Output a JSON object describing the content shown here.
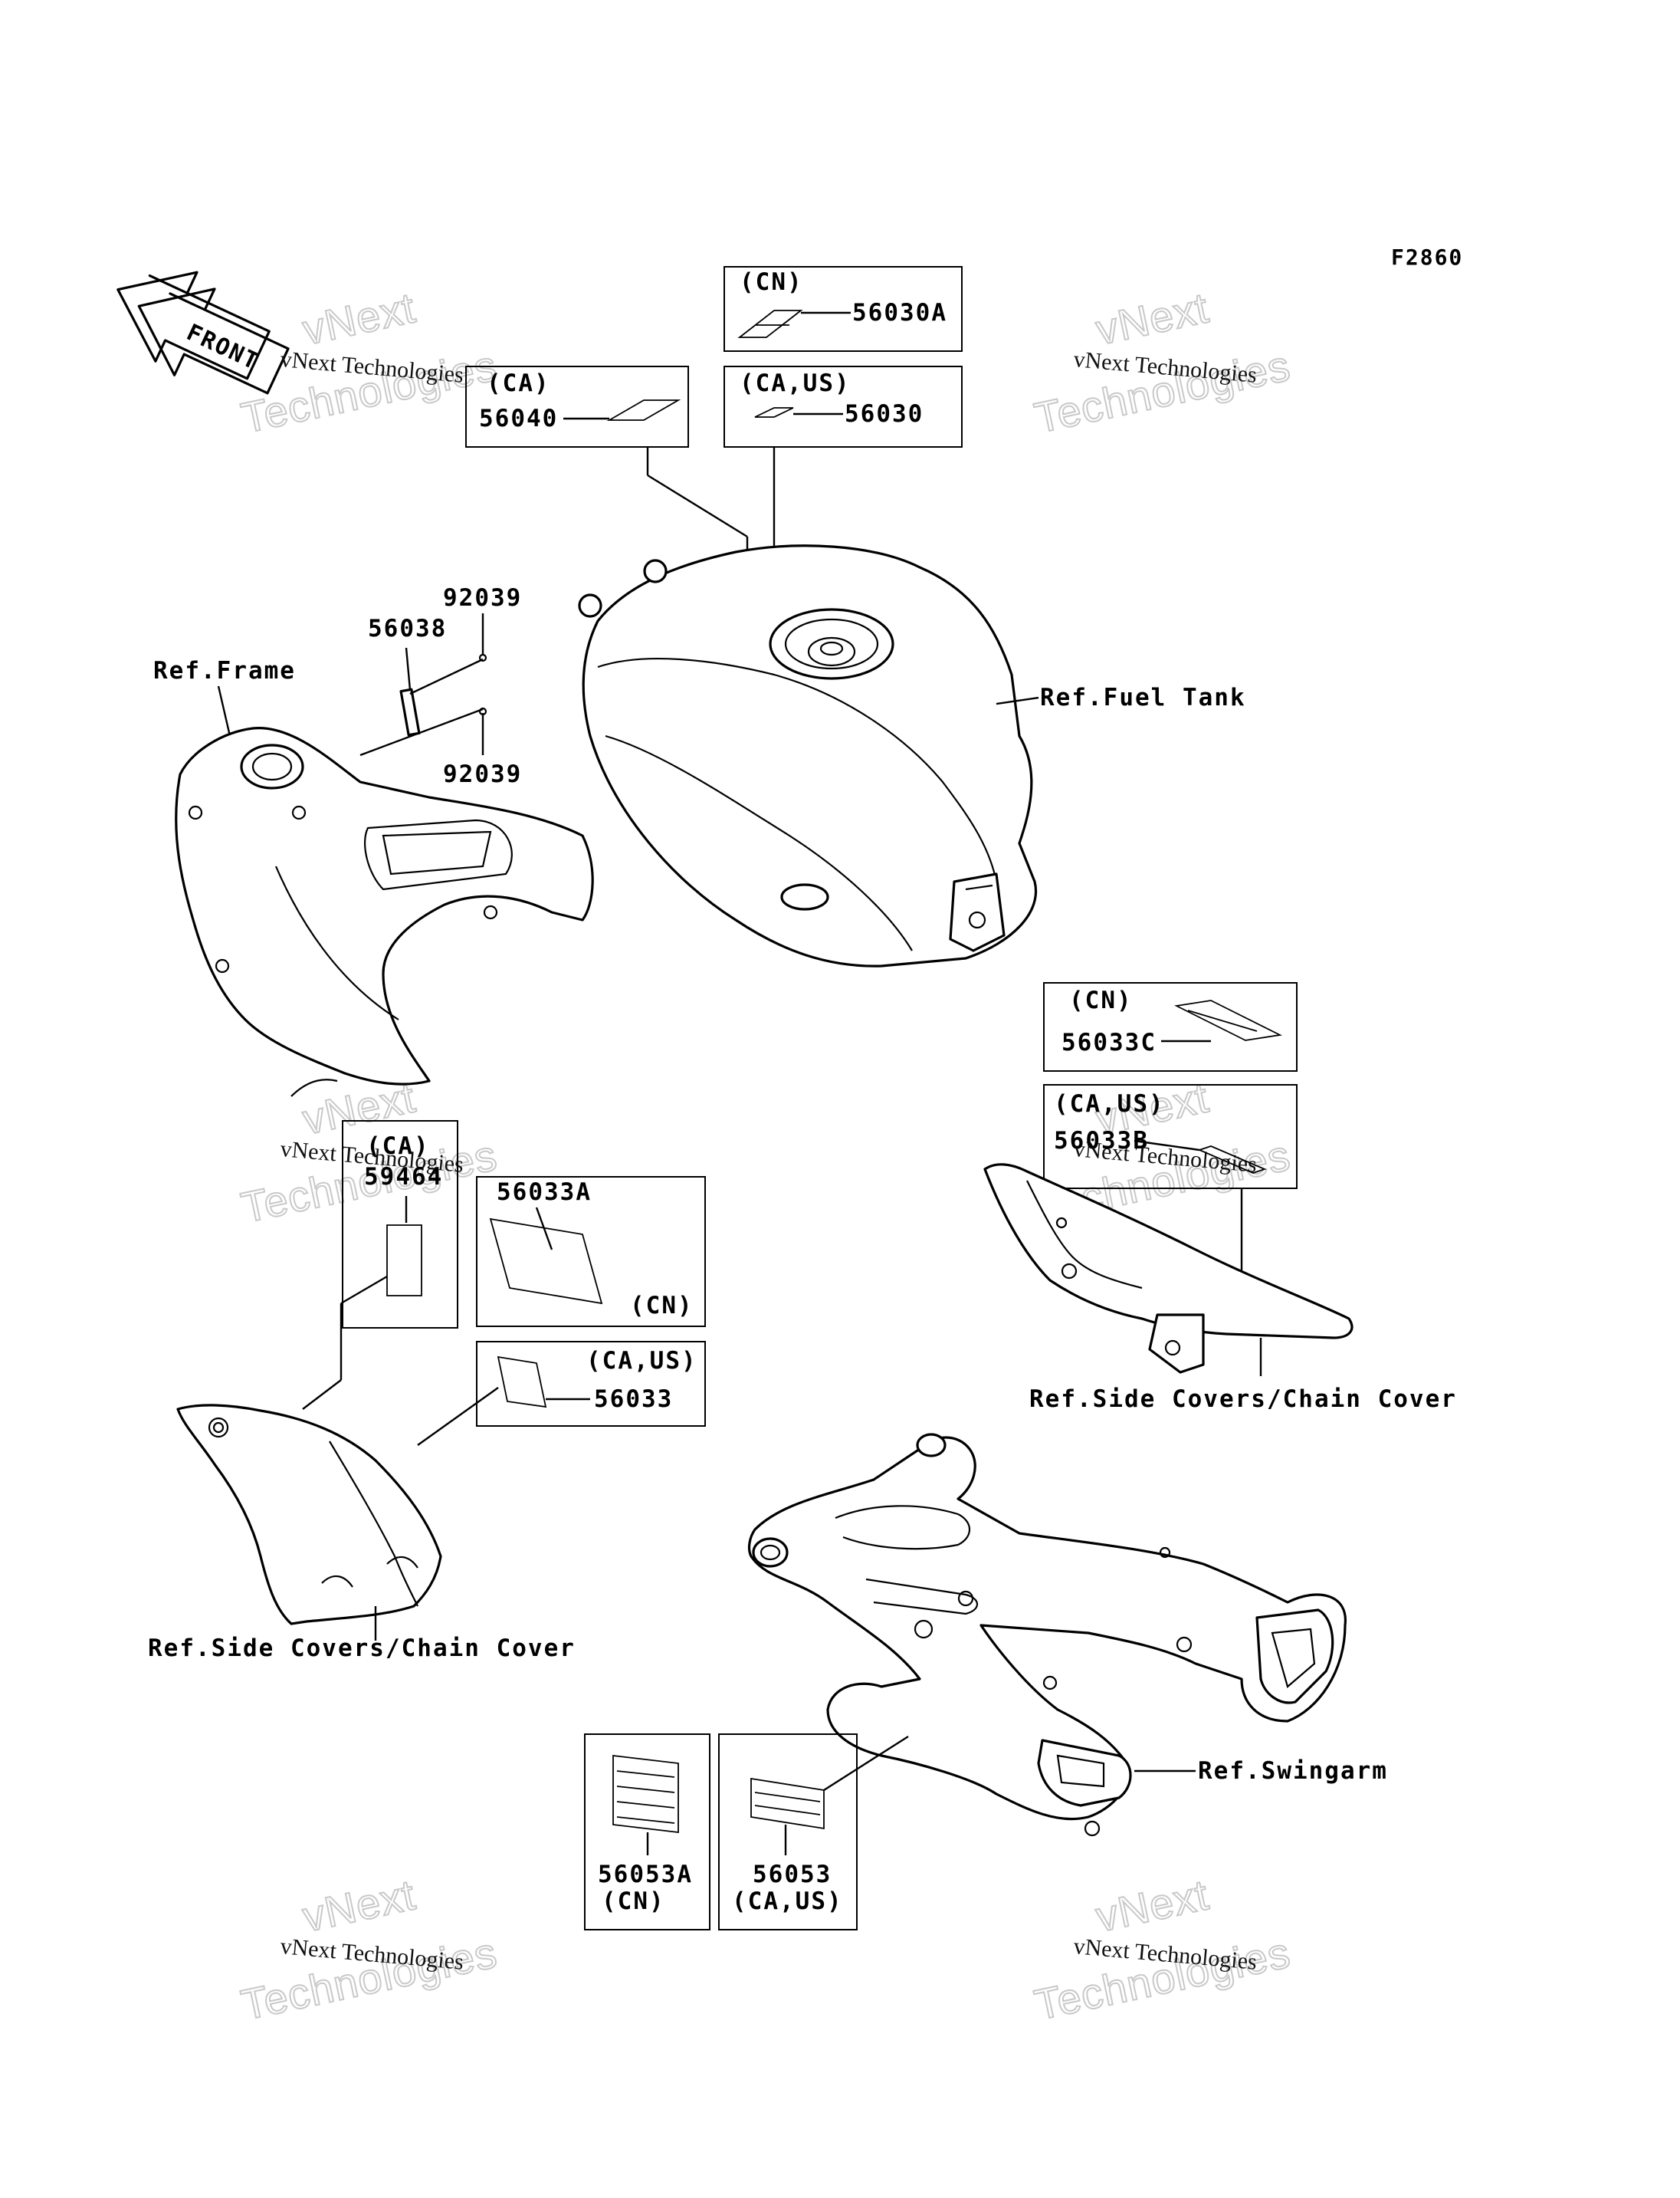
{
  "figure_code": "F2860",
  "front_arrow_label": "FRONT",
  "watermark": {
    "line1": "vNext Technologies",
    "line2": "vNext",
    "line3": "Technologies"
  },
  "refs": {
    "frame": "Ref.Frame",
    "fuel_tank": "Ref.Fuel Tank",
    "side_covers_right": "Ref.Side Covers/Chain Cover",
    "side_covers_left": "Ref.Side Covers/Chain Cover",
    "swingarm": "Ref.Swingarm"
  },
  "parts": {
    "p56030A": {
      "region": "(CN)",
      "number": "56030A"
    },
    "p56040": {
      "region": "(CA)",
      "number": "56040"
    },
    "p56030": {
      "region": "(CA,US)",
      "number": "56030"
    },
    "p92039_top": {
      "number": "92039"
    },
    "p92039_bottom": {
      "number": "92039"
    },
    "p56038": {
      "number": "56038"
    },
    "p56033C": {
      "region": "(CN)",
      "number": "56033C"
    },
    "p56033B": {
      "region": "(CA,US)",
      "number": "56033B"
    },
    "p59464": {
      "region": "(CA)",
      "number": "59464"
    },
    "p56033A": {
      "region": "(CN)",
      "number": "56033A"
    },
    "p56033": {
      "region": "(CA,US)",
      "number": "56033"
    },
    "p56053A": {
      "region": "(CN)",
      "number": "56053A"
    },
    "p56053": {
      "region": "(CA,US)",
      "number": "56053"
    }
  }
}
